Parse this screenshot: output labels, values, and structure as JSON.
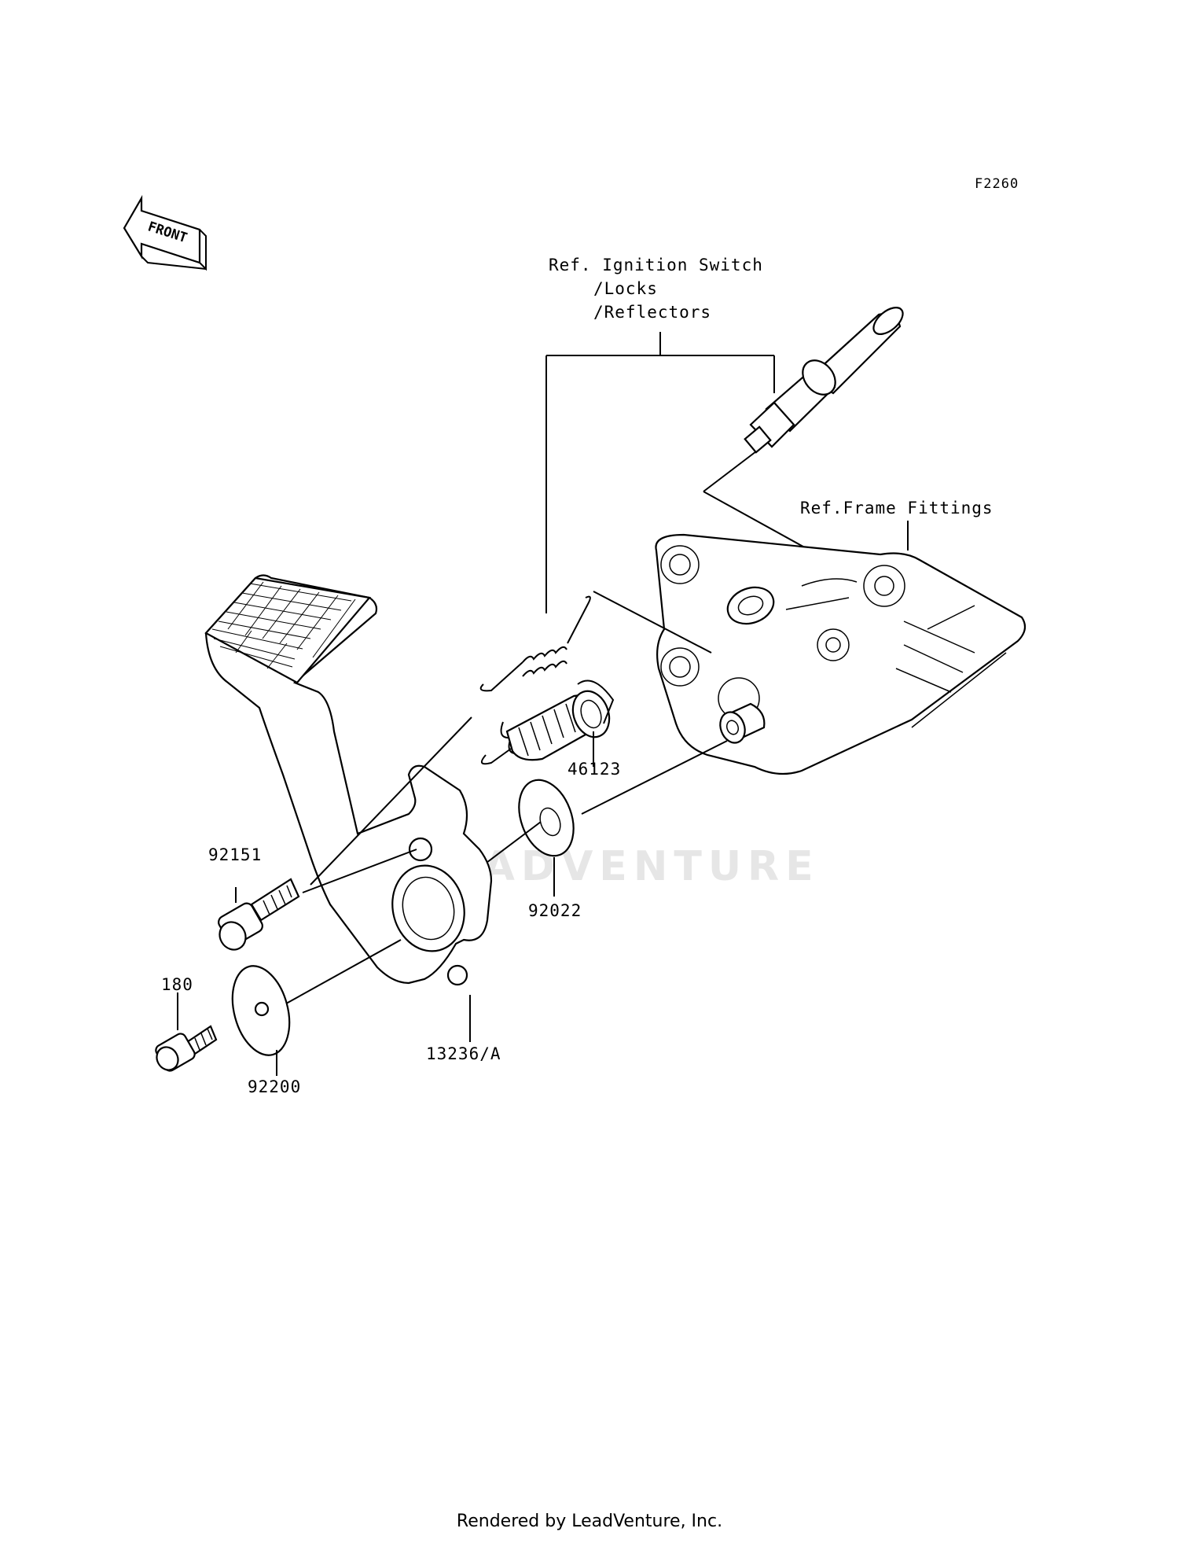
{
  "figure_code": "F2260",
  "orientation_arrow": "FRONT",
  "watermark": "LEADVENTURE",
  "references": {
    "ignition": [
      "Ref. Ignition Switch",
      "/Locks",
      "/Reflectors"
    ],
    "frame": "Ref.Frame Fittings"
  },
  "part_labels": {
    "p46123": "46123",
    "p92151": "92151",
    "p92022": "92022",
    "p180": "180",
    "p13236A": "13236/A",
    "p92200": "92200"
  },
  "footer": "Rendered by LeadVenture, Inc."
}
